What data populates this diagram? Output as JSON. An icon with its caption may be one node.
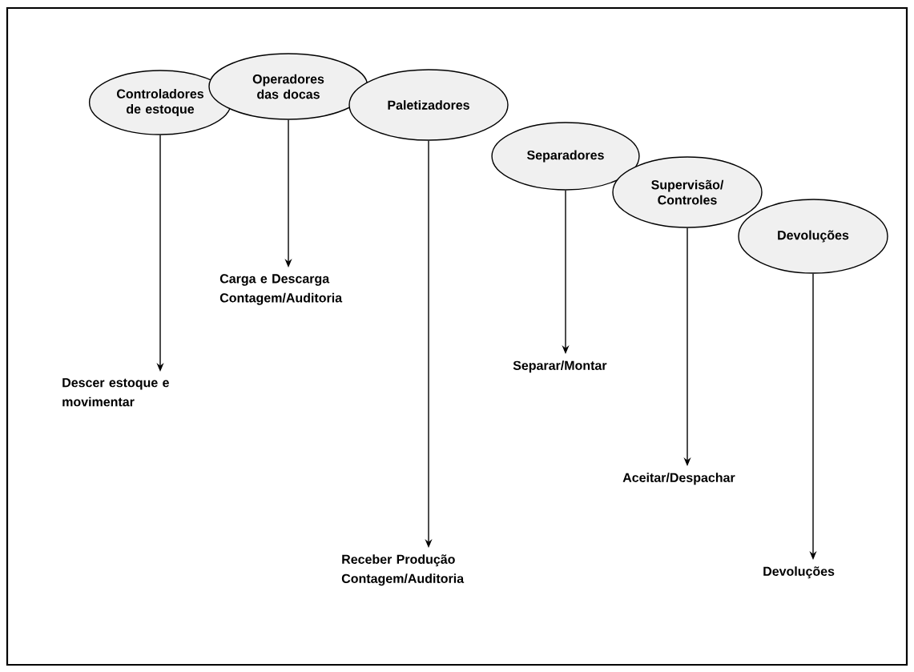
{
  "diagram": {
    "nodes": [
      {
        "text": [
          "Controladores de estoque"
        ]
      },
      {
        "text": [
          "Operadores das docas"
        ]
      },
      {
        "text": [
          "Paletizadores"
        ]
      },
      {
        "text": [
          "Separadores"
        ]
      },
      {
        "text": [
          "Supervisão/ Controles"
        ]
      },
      {
        "text": [
          "Devoluções"
        ]
      },
      {
        "text": [
          "Descer estoque e movimentar"
        ]
      },
      {
        "text": [
          "Carga e Descarga Contagem/Auditoria"
        ]
      },
      {
        "text": [
          "Receber Produção Contagem/Auditoria"
        ]
      },
      {
        "text": [
          "Separar/Montar"
        ]
      },
      {
        "text": [
          "Aceitar/Despachar"
        ]
      },
      {
        "text": [
          "Devoluções"
        ]
      }
    ],
    "edges": [
      {
        "from": 0,
        "to": 6,
        "arrow": "to"
      },
      {
        "from": 1,
        "to": 7,
        "arrow": "to"
      },
      {
        "from": 2,
        "to": 8,
        "arrow": "to"
      },
      {
        "from": 3,
        "to": 9,
        "arrow": "to"
      },
      {
        "from": 4,
        "to": 10,
        "arrow": "to"
      },
      {
        "from": 5,
        "to": 11,
        "arrow": "to"
      }
    ]
  }
}
